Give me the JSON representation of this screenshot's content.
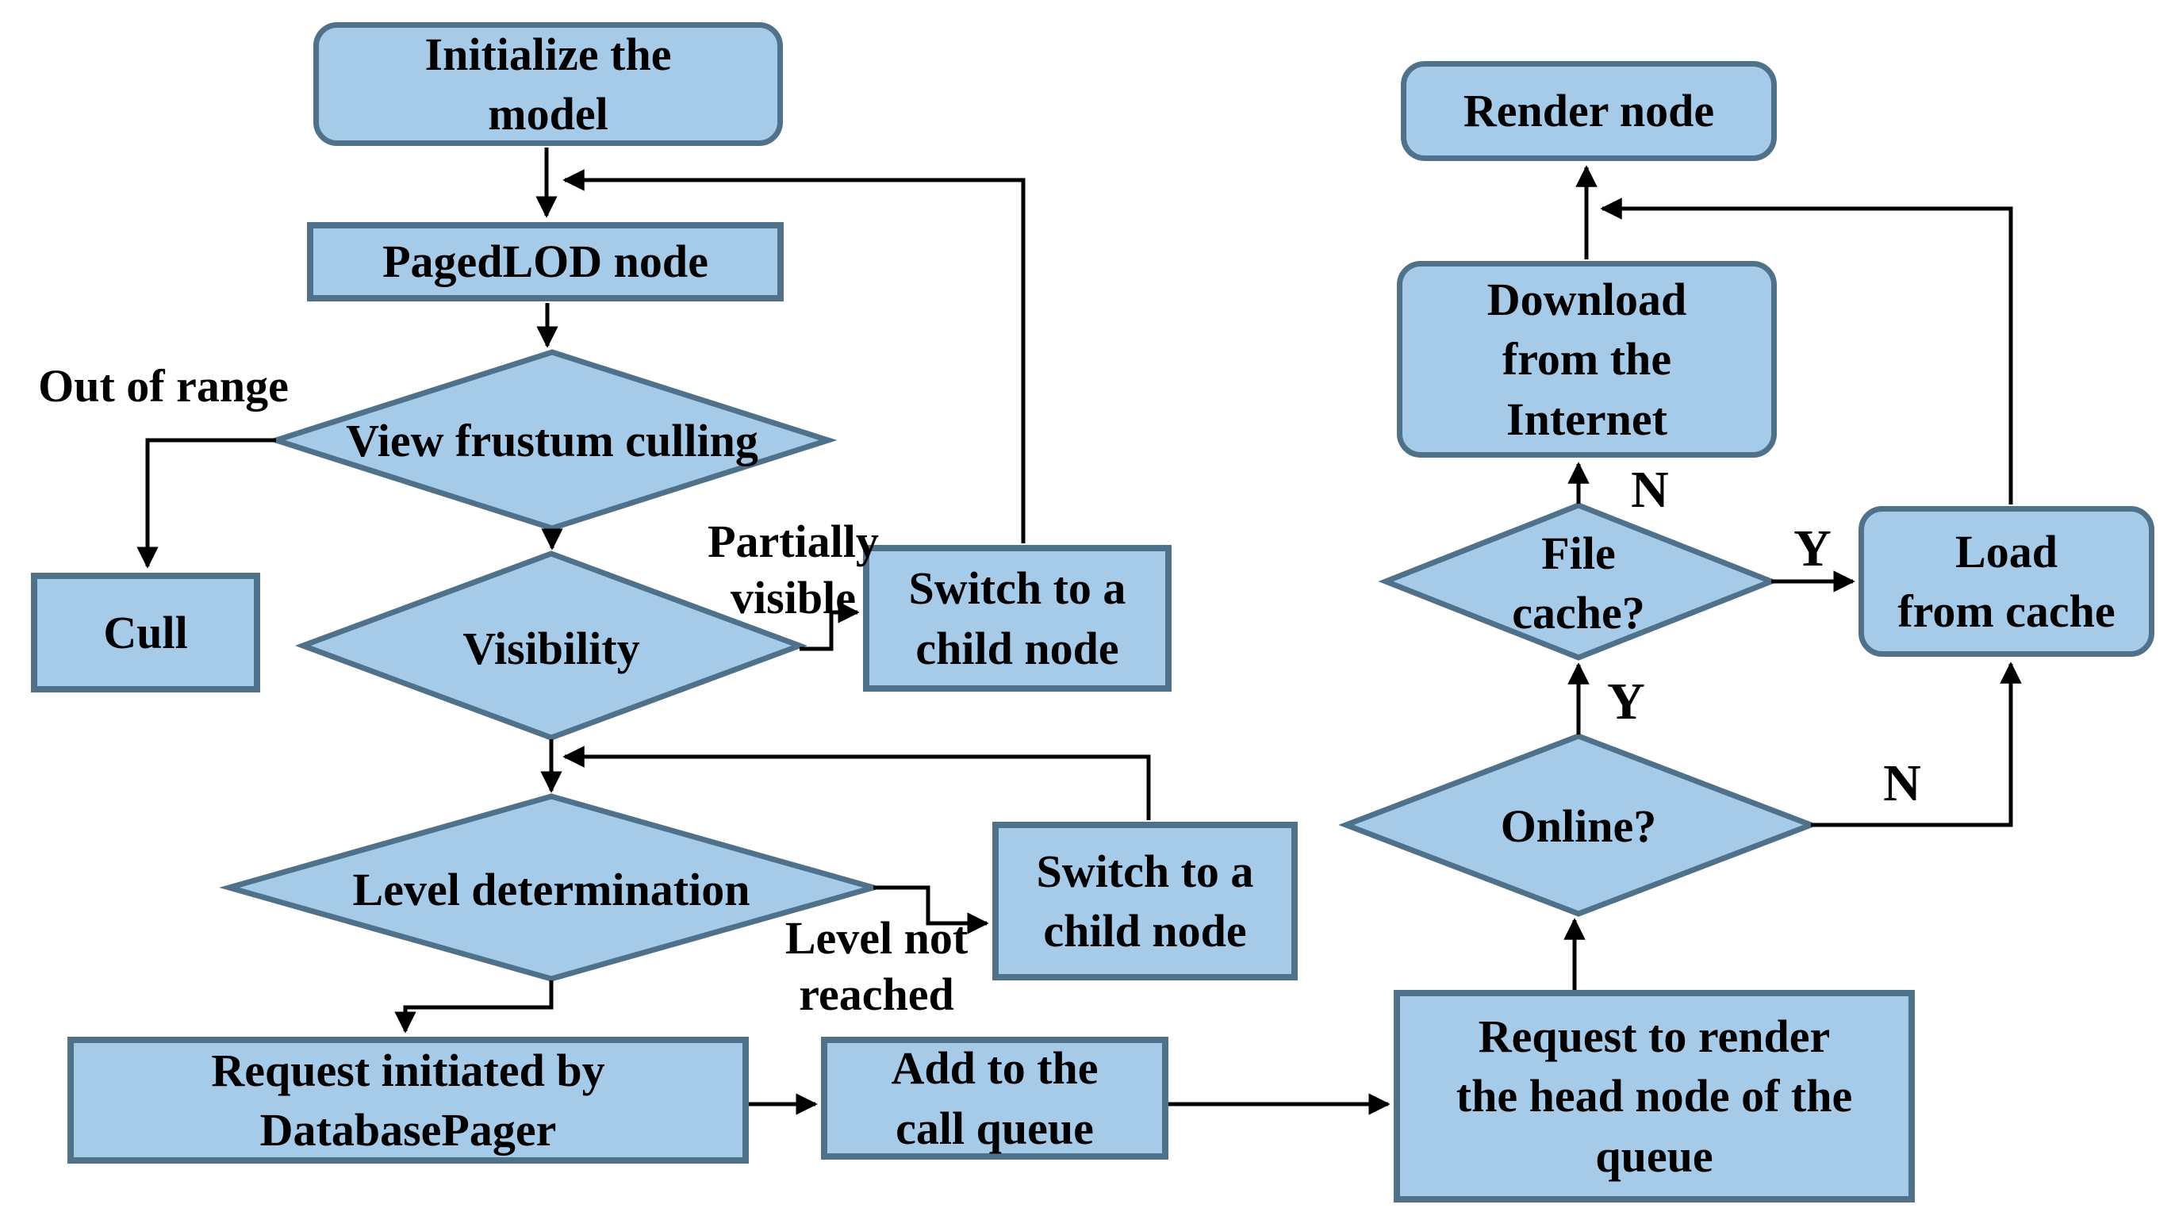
{
  "nodes": {
    "init": {
      "lines": [
        "Initialize the",
        "model"
      ]
    },
    "pagedlod": {
      "lines": [
        "PagedLOD node"
      ]
    },
    "view_frustum": {
      "lines": [
        "View frustum culling"
      ]
    },
    "cull": {
      "lines": [
        "Cull"
      ]
    },
    "visibility": {
      "lines": [
        "Visibility"
      ]
    },
    "switch_child_1": {
      "lines": [
        "Switch to a",
        "child node"
      ]
    },
    "level_determination": {
      "lines": [
        "Level determination"
      ]
    },
    "switch_child_2": {
      "lines": [
        "Switch to a",
        "child node"
      ]
    },
    "request_db": {
      "lines": [
        "Request initiated by",
        "DatabasePager"
      ]
    },
    "add_queue": {
      "lines": [
        "Add to the",
        "call queue"
      ]
    },
    "request_render": {
      "lines": [
        "Request to render",
        "the head node of the",
        "queue"
      ]
    },
    "render_node": {
      "lines": [
        "Render node"
      ]
    },
    "download": {
      "lines": [
        "Download",
        "from the",
        "Internet"
      ]
    },
    "file_cache": {
      "lines": [
        "File",
        "cache?"
      ]
    },
    "load_cache": {
      "lines": [
        "Load",
        "from cache"
      ]
    },
    "online": {
      "lines": [
        "Online?"
      ]
    }
  },
  "edge_labels": {
    "out_of_range": {
      "lines": [
        "Out of range"
      ]
    },
    "partially_visible": {
      "lines": [
        "Partially",
        "visible"
      ]
    },
    "level_not_reached": {
      "lines": [
        "Level not",
        "reached"
      ]
    },
    "file_cache_no": "N",
    "file_cache_yes": "Y",
    "online_yes": "Y",
    "online_no": "N"
  },
  "colors": {
    "node_fill": "#a6cbe9",
    "node_border": "#4f7189",
    "arrow": "#000000",
    "text": "#000000",
    "background": "#ffffff"
  }
}
